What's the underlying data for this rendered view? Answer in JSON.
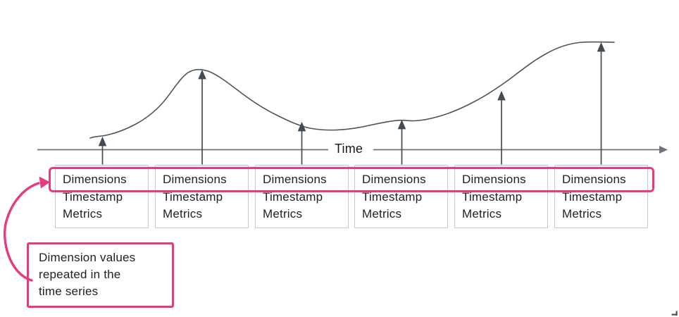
{
  "diagram": {
    "axis_label": "Time",
    "records": [
      {
        "dimensions": "Dimensions",
        "timestamp": "Timestamp",
        "metrics": "Metrics"
      },
      {
        "dimensions": "Dimensions",
        "timestamp": "Timestamp",
        "metrics": "Metrics"
      },
      {
        "dimensions": "Dimensions",
        "timestamp": "Timestamp",
        "metrics": "Metrics"
      },
      {
        "dimensions": "Dimensions",
        "timestamp": "Timestamp",
        "metrics": "Metrics"
      },
      {
        "dimensions": "Dimensions",
        "timestamp": "Timestamp",
        "metrics": "Metrics"
      },
      {
        "dimensions": "Dimensions",
        "timestamp": "Timestamp",
        "metrics": "Metrics"
      }
    ],
    "callout": {
      "line1": "Dimension values",
      "line2": "repeated in the",
      "line3": "time series"
    },
    "colors": {
      "highlight_pink": "#e83a80",
      "curve_line": "#4c535a",
      "axis_line": "#6e7379",
      "arrow_line": "#454b52",
      "box_border": "#c7c7cc",
      "text": "#202124"
    }
  }
}
